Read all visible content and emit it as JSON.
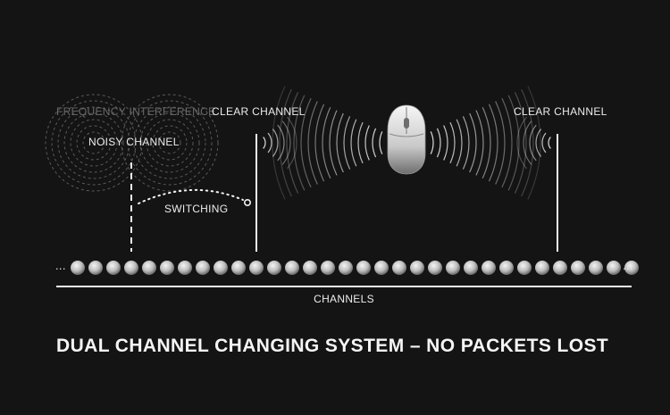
{
  "diagram": {
    "interference_label": "FREQUENCY INTERFERENCE",
    "noisy_label": "NOISY CHANNEL",
    "clear_label_left": "CLEAR CHANNEL",
    "clear_label_right": "CLEAR CHANNEL",
    "switching_label": "SWITCHING",
    "axis_label": "CHANNELS",
    "ellipsis_left": "...",
    "ellipsis_right": "...",
    "channel_count": 32,
    "device_icon": "mouse-icon"
  },
  "caption": "DUAL CHANNEL CHANGING SYSTEM – NO PACKETS LOST",
  "colors": {
    "background": "#141414",
    "foreground": "#f2f2f2",
    "dim_text": "#6a6a6a"
  }
}
